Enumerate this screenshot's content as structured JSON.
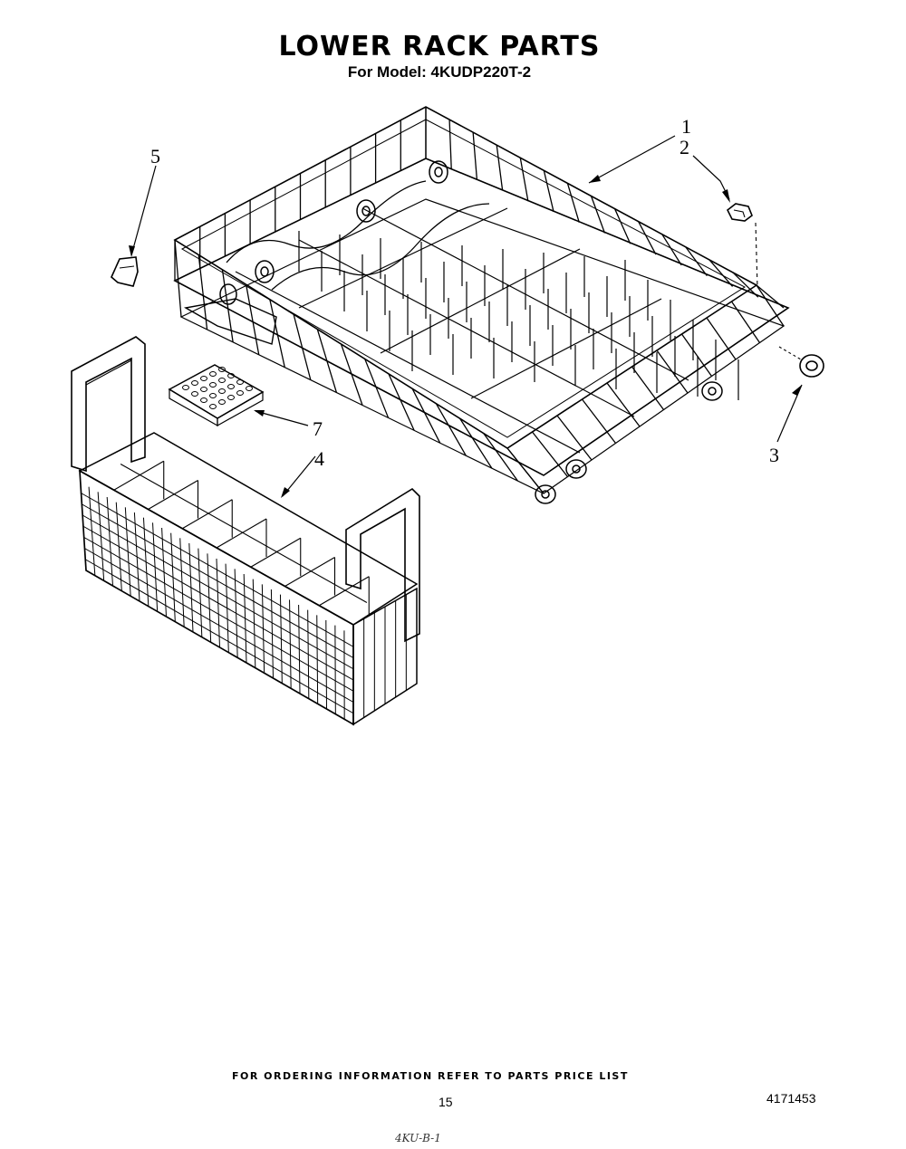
{
  "header": {
    "title": "LOWER RACK PARTS",
    "subtitle": "For Model: 4KUDP220T-2"
  },
  "callouts": {
    "c1": "1",
    "c2": "2",
    "c3": "3",
    "c4": "4",
    "c5": "5",
    "c7": "7"
  },
  "footer": {
    "ordering_note": "FOR ORDERING INFORMATION REFER TO PARTS PRICE LIST",
    "page_number": "15",
    "document_number": "4171453",
    "handwritten_note": "4KU-B-1"
  }
}
